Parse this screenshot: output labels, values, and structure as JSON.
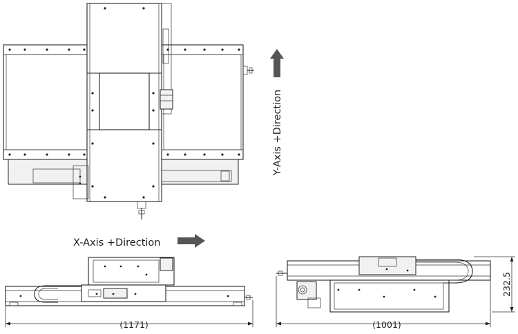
{
  "labels": {
    "y_axis_direction": "Y-Axis +Direction",
    "x_axis_direction": "X-Axis +Direction"
  },
  "dimensions": {
    "front_width": "(1171)",
    "side_width": "(1001)",
    "side_height": "232.5"
  },
  "colors": {
    "line": "#222222",
    "arrow": "#555555",
    "background": "#ffffff"
  }
}
